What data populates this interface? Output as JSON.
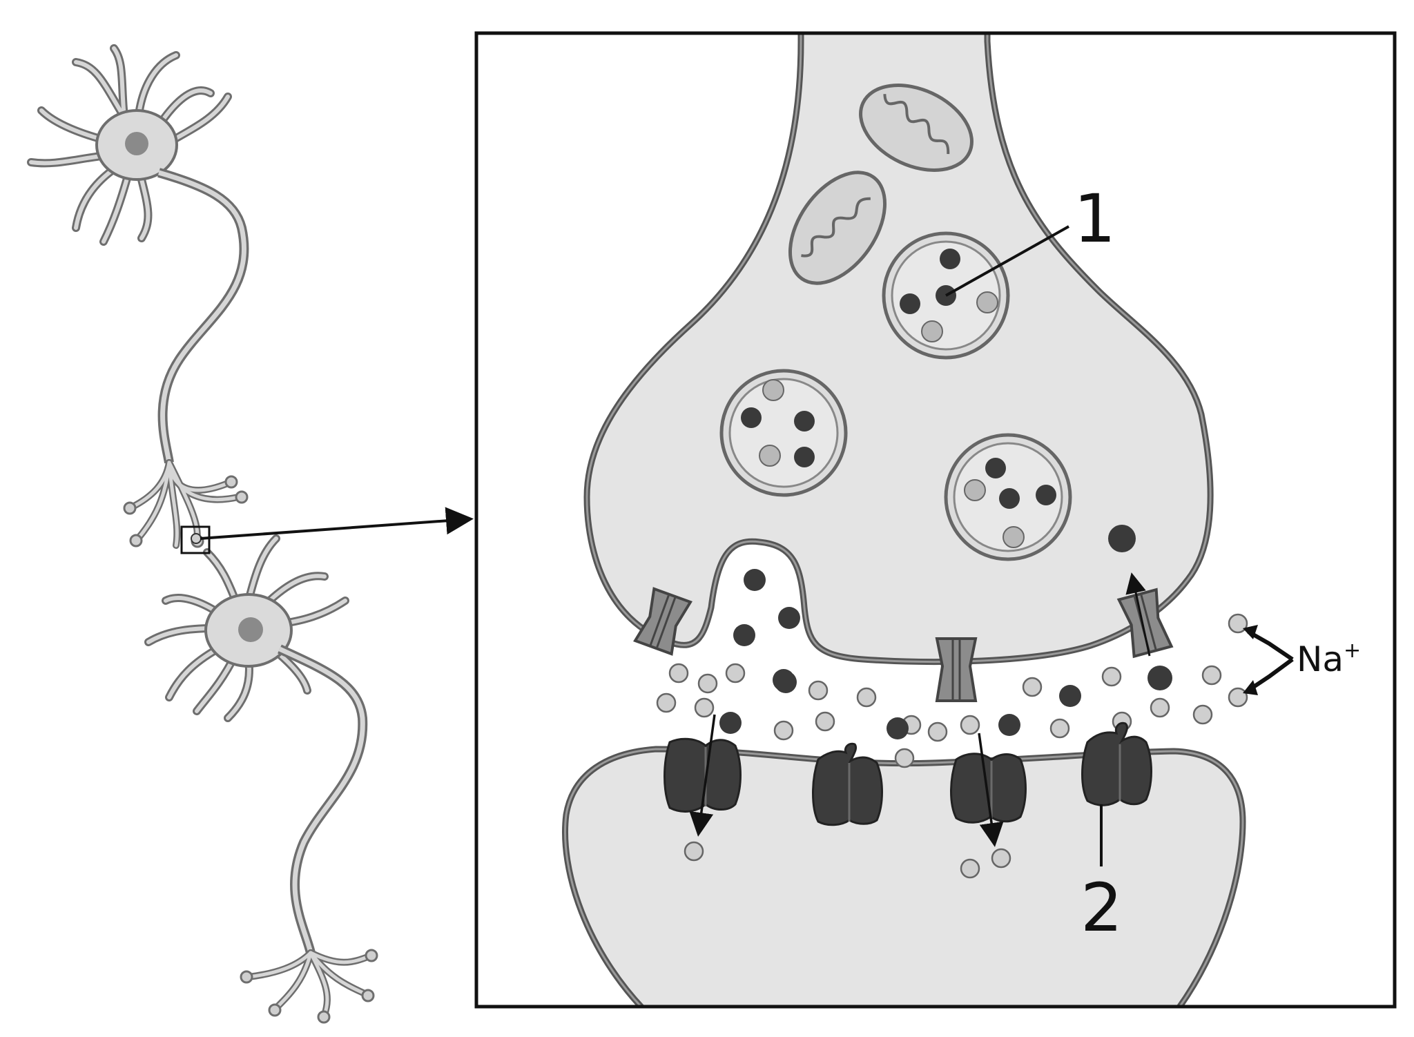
{
  "labels": {
    "label_1": "1",
    "label_2": "2",
    "na_ion": "Na",
    "na_charge": "+"
  },
  "colors": {
    "cytoplasm": "#e4e4e4",
    "membrane": "#7a7a7a",
    "membrane_dark": "#4a4a4a",
    "neuron_body": "#dadada",
    "nucleus": "#8a8a8a",
    "dark_molecule": "#3a3a3a",
    "light_ion": "#cfcfcf",
    "receptor": "#3c3c3c",
    "channel": "#8c8c8c",
    "frame": "#111111"
  }
}
